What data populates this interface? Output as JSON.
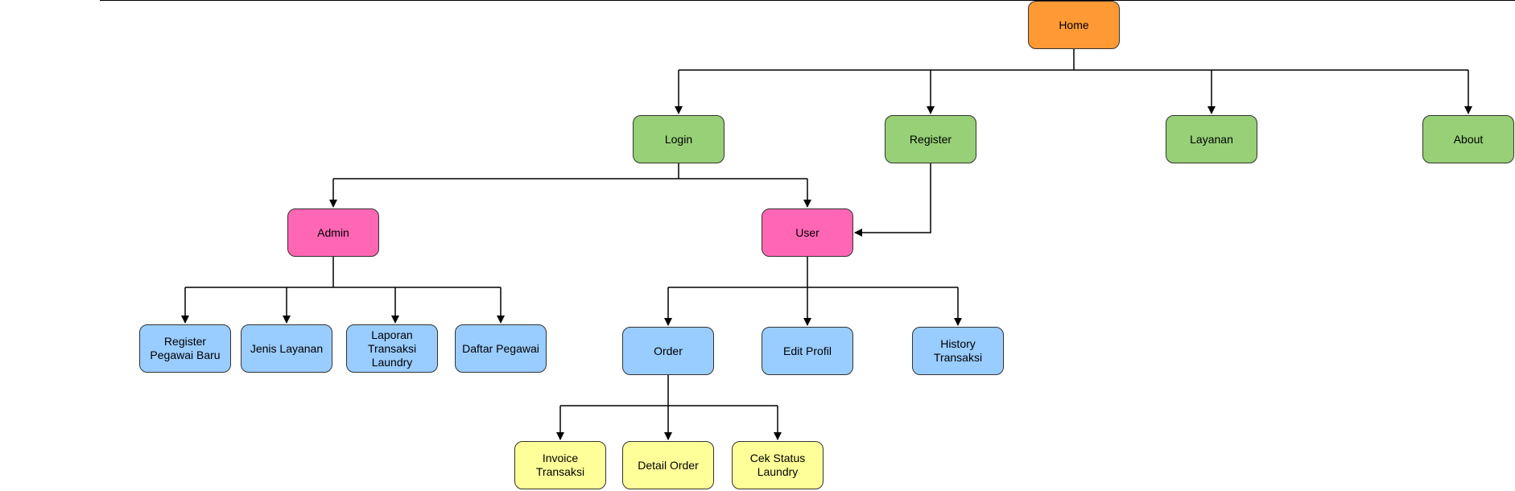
{
  "colors": {
    "root": "#FF9933",
    "section": "#97D077",
    "role": "#FF66B3",
    "feature": "#99CCFF",
    "order_sub": "#FFFF99",
    "stroke": "#333333"
  },
  "nodes": {
    "home": "Home",
    "login": "Login",
    "register": "Register",
    "layanan": "Layanan",
    "about": "About",
    "admin": "Admin",
    "user": "User",
    "register_pegawai_baru": "Register\nPegawai Baru",
    "jenis_layanan": "Jenis Layanan",
    "laporan_transaksi_laundry": "Laporan\nTransaksi\nLaundry",
    "daftar_pegawai": "Daftar Pegawai",
    "order": "Order",
    "edit_profil": "Edit Profil",
    "history_transaksi": "History\nTransaksi",
    "invoice_transaksi": "Invoice\nTransaksi",
    "detail_order": "Detail Order",
    "cek_status_laundry": "Cek Status\nLaundry"
  },
  "edges": [
    [
      "home",
      "login"
    ],
    [
      "home",
      "register"
    ],
    [
      "home",
      "layanan"
    ],
    [
      "home",
      "about"
    ],
    [
      "login",
      "admin"
    ],
    [
      "login",
      "user"
    ],
    [
      "register",
      "user"
    ],
    [
      "admin",
      "register_pegawai_baru"
    ],
    [
      "admin",
      "jenis_layanan"
    ],
    [
      "admin",
      "laporan_transaksi_laundry"
    ],
    [
      "admin",
      "daftar_pegawai"
    ],
    [
      "user",
      "order"
    ],
    [
      "user",
      "edit_profil"
    ],
    [
      "user",
      "history_transaksi"
    ],
    [
      "order",
      "invoice_transaksi"
    ],
    [
      "order",
      "detail_order"
    ],
    [
      "order",
      "cek_status_laundry"
    ]
  ]
}
